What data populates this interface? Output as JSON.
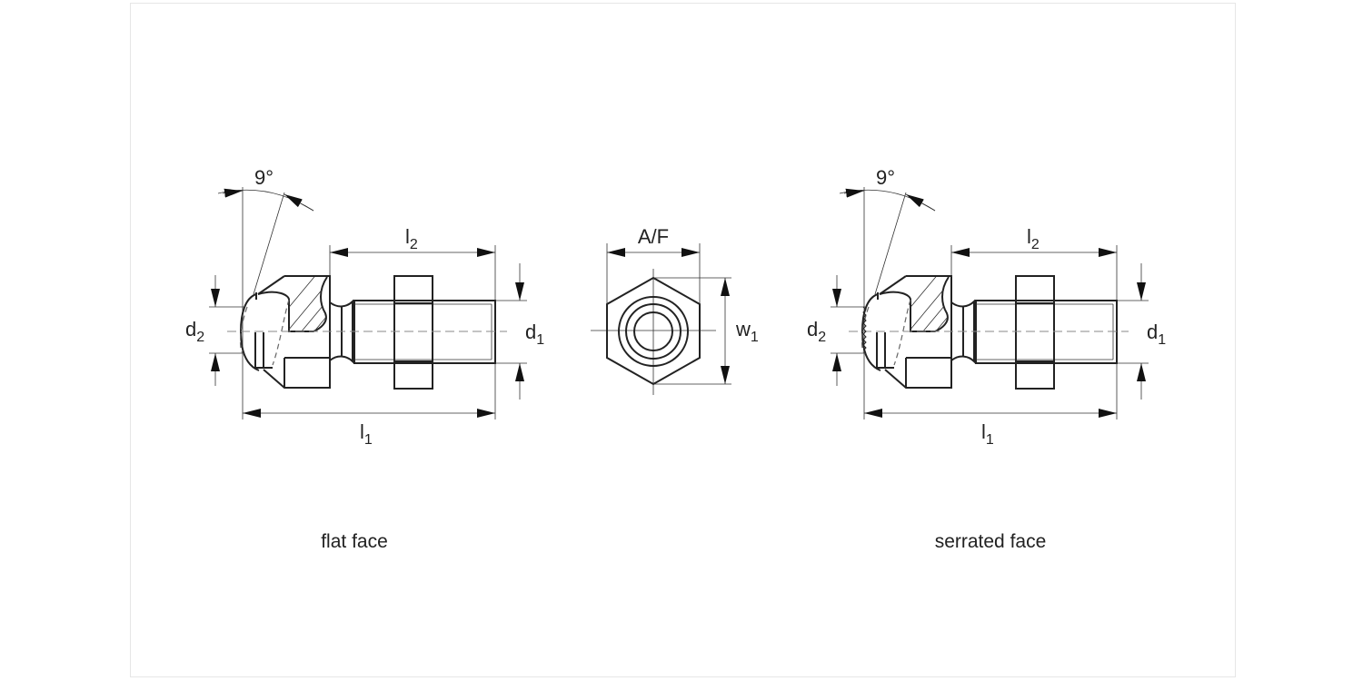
{
  "left_view": {
    "angle_label": "9°",
    "l2": {
      "main": "l",
      "sub": "2"
    },
    "l1": {
      "main": "l",
      "sub": "1"
    },
    "d1": {
      "main": "d",
      "sub": "1"
    },
    "d2": {
      "main": "d",
      "sub": "2"
    },
    "caption": "flat face"
  },
  "hex_view": {
    "af_label": "A/F",
    "w1": {
      "main": "w",
      "sub": "1"
    }
  },
  "right_view": {
    "angle_label": "9°",
    "l2": {
      "main": "l",
      "sub": "2"
    },
    "l1": {
      "main": "l",
      "sub": "1"
    },
    "d1": {
      "main": "d",
      "sub": "1"
    },
    "d2": {
      "main": "d",
      "sub": "2"
    },
    "caption": "serrated face"
  }
}
